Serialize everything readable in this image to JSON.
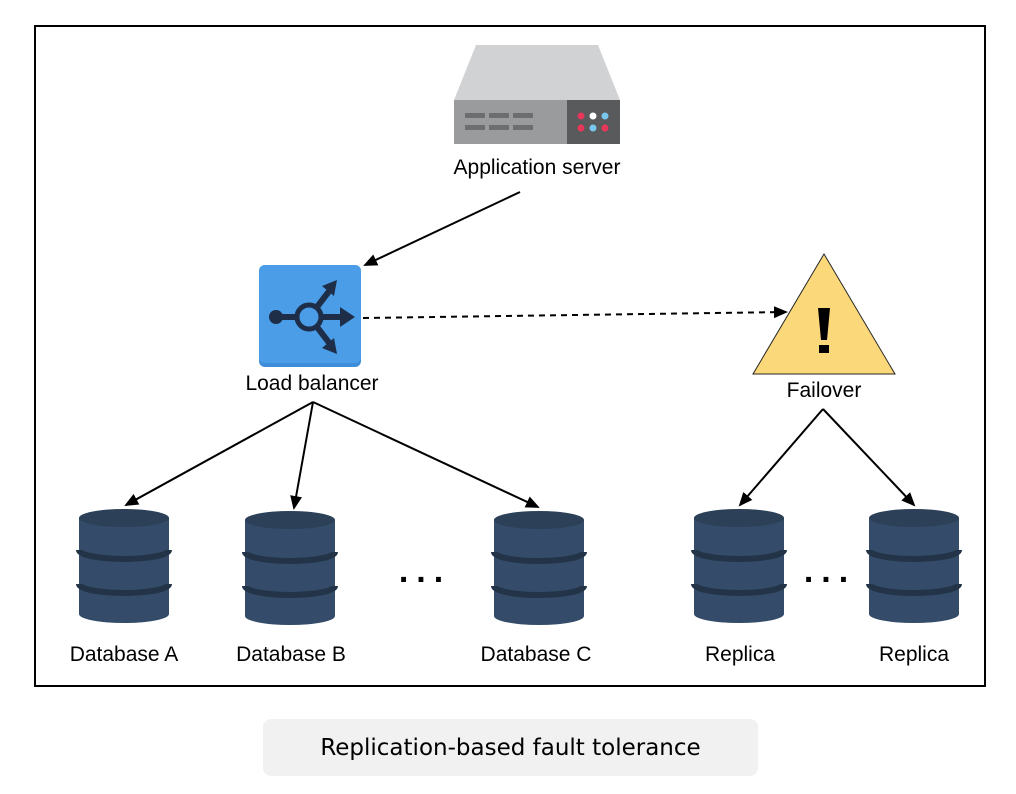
{
  "nodes": {
    "app_server": {
      "label": "Application server",
      "icon": "server-icon"
    },
    "load_balancer": {
      "label": "Load balancer",
      "icon": "load-balancer-icon",
      "color": "#4a9de6"
    },
    "failover": {
      "label": "Failover",
      "icon": "warning-icon",
      "color": "#fbd97a"
    },
    "databases": [
      {
        "label": "Database A",
        "icon": "database-icon"
      },
      {
        "label": "Database B",
        "icon": "database-icon"
      },
      {
        "label": "Database C",
        "icon": "database-icon"
      }
    ],
    "replicas": [
      {
        "label": "Replica",
        "icon": "database-icon"
      },
      {
        "label": "Replica",
        "icon": "database-icon"
      }
    ],
    "database_color": "#344c69"
  },
  "ellipsis": "...",
  "caption": "Replication-based fault tolerance"
}
